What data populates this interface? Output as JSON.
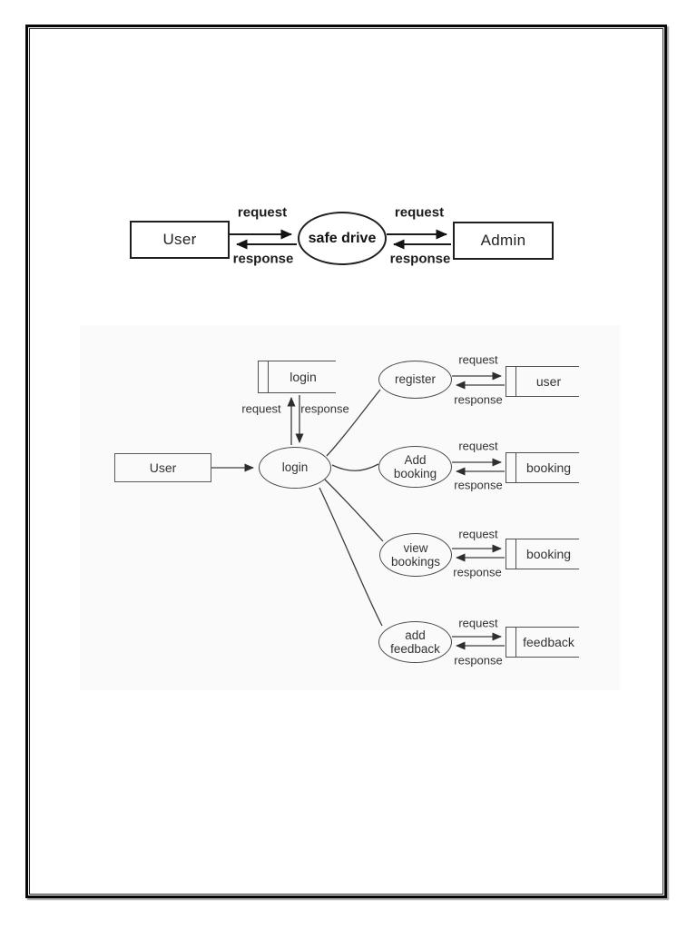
{
  "context_diagram": {
    "entities": {
      "left": "User",
      "right": "Admin"
    },
    "process": "safe drive",
    "flow_labels": {
      "left_request": "request",
      "left_response": "response",
      "right_request": "request",
      "right_response": "response"
    }
  },
  "dfd": {
    "entity": "User",
    "process": "login",
    "store": "login",
    "store_request": "request",
    "store_response": "response",
    "flows": [
      {
        "process": "register",
        "store": "user",
        "request": "request",
        "response": "response"
      },
      {
        "process": "Add booking",
        "store": "booking",
        "request": "request",
        "response": "response"
      },
      {
        "process": "view bookings",
        "store": "booking",
        "request": "request",
        "response": "response"
      },
      {
        "process": "add feedback",
        "store": "feedback",
        "request": "request",
        "response": "response"
      }
    ]
  },
  "colors": {
    "line_dark": "#1a1a1a",
    "line_soft": "#3d3d3d",
    "panel_bg": "#fafafa",
    "page_bg": "#ffffff",
    "frame": "#070707"
  }
}
